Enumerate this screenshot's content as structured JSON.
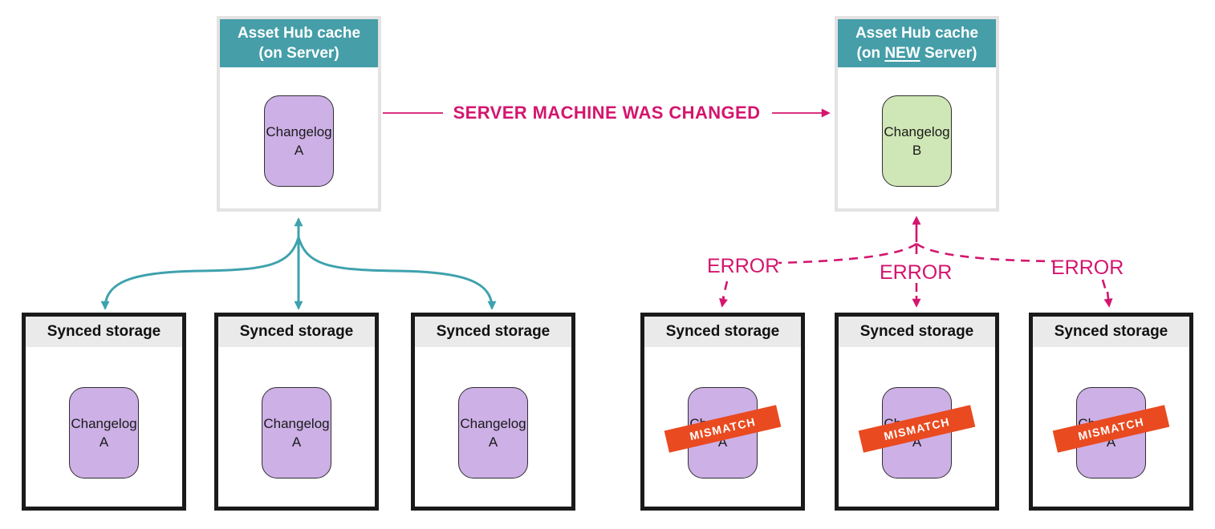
{
  "colors": {
    "teal_header": "#459EA8",
    "teal_arrow": "#3EA2AD",
    "magenta": "#D4156E",
    "purple_fill": "#CDB0E6",
    "green_fill": "#CFE7B6",
    "ribbon_orange": "#E94A20",
    "synced_header_bg": "#EAEAEA",
    "synced_border": "#1A1A1A",
    "hub_border": "#E4E2E2",
    "card_border": "#2F2F2F"
  },
  "hubs": {
    "left": {
      "title_line1": "Asset Hub cache",
      "title_line2": "(on Server)",
      "changelog_name": "Changelog",
      "changelog_version": "A"
    },
    "right": {
      "title_line1": "Asset Hub cache",
      "title_line2_prefix": "(on ",
      "title_line2_emphasis": "NEW",
      "title_line2_suffix": " Server)",
      "changelog_name": "Changelog",
      "changelog_version": "B"
    }
  },
  "transition": {
    "label": "SERVER MACHINE WAS CHANGED"
  },
  "errors": [
    "ERROR",
    "ERROR",
    "ERROR"
  ],
  "mismatch": {
    "label": "MISMATCH"
  },
  "synced_storage": {
    "title": "Synced storage",
    "left_group": [
      {
        "changelog_name": "Changelog",
        "changelog_version": "A"
      },
      {
        "changelog_name": "Changelog",
        "changelog_version": "A"
      },
      {
        "changelog_name": "Changelog",
        "changelog_version": "A"
      }
    ],
    "right_group": [
      {
        "changelog_name": "Changelog",
        "changelog_version": "A",
        "status": "MISMATCH"
      },
      {
        "changelog_name": "Changelog",
        "changelog_version": "A",
        "status": "MISMATCH"
      },
      {
        "changelog_name": "Changelog",
        "changelog_version": "A",
        "status": "MISMATCH"
      }
    ]
  }
}
